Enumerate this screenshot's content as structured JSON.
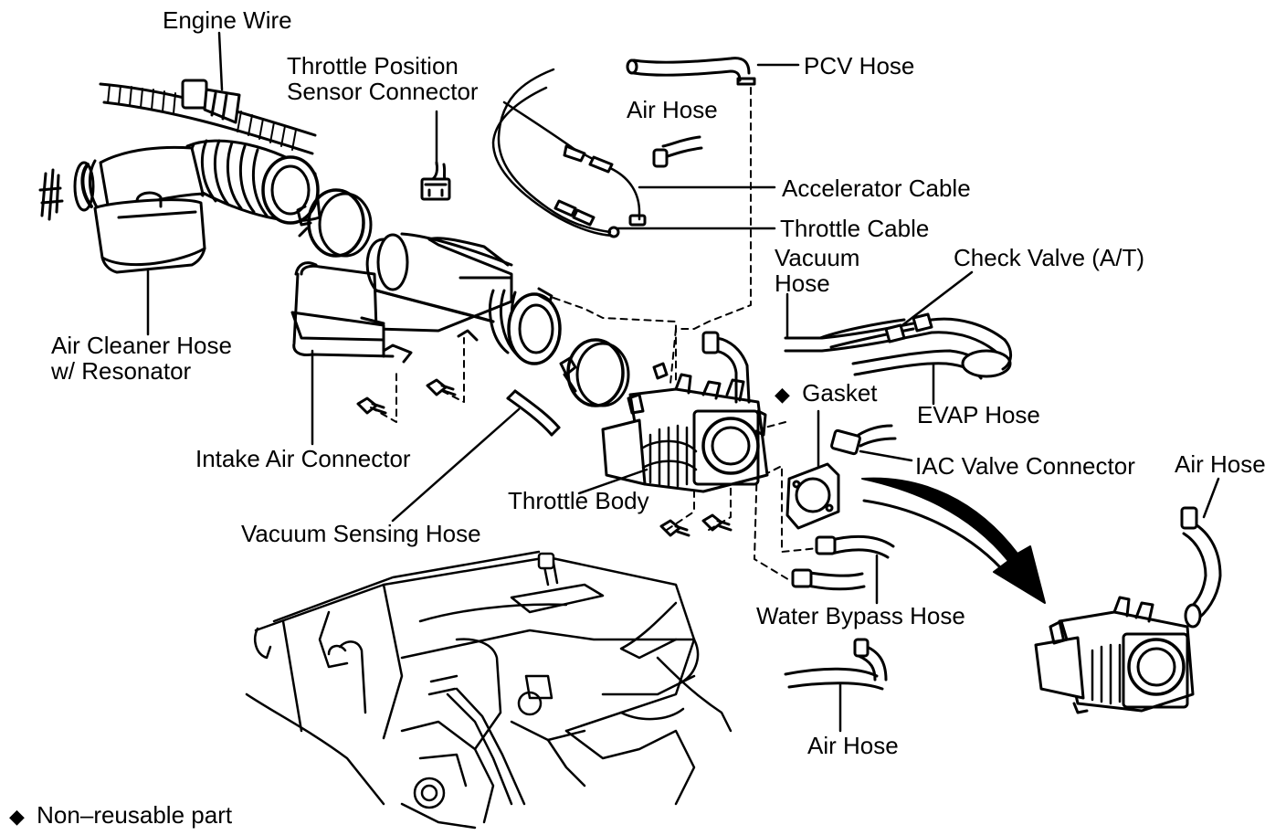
{
  "colors": {
    "ink": "#000000",
    "paper": "#ffffff"
  },
  "labels": {
    "engine_wire": "Engine Wire",
    "tps_connector_1": "Throttle Position",
    "tps_connector_2": "Sensor Connector",
    "pcv_hose": "PCV Hose",
    "air_hose_top": "Air Hose",
    "accelerator_cable": "Accelerator Cable",
    "throttle_cable": "Throttle Cable",
    "vacuum_hose_1": "Vacuum",
    "vacuum_hose_2": "Hose",
    "check_valve": "Check Valve (A/T)",
    "air_cleaner_hose_1": "Air Cleaner Hose",
    "air_cleaner_hose_2": "w/ Resonator",
    "gasket": "Gasket",
    "evap_hose": "EVAP Hose",
    "intake_air_connector": "Intake Air Connector",
    "iac_valve_connector": "IAC Valve Connector",
    "air_hose_right": "Air Hose",
    "throttle_body": "Throttle Body",
    "vacuum_sensing_hose": "Vacuum Sensing Hose",
    "water_bypass_hose": "Water Bypass Hose",
    "air_hose_bottom": "Air Hose"
  },
  "legend": {
    "symbol": "◆",
    "text": "Non–reusable part"
  },
  "gasket_symbol": "◆"
}
